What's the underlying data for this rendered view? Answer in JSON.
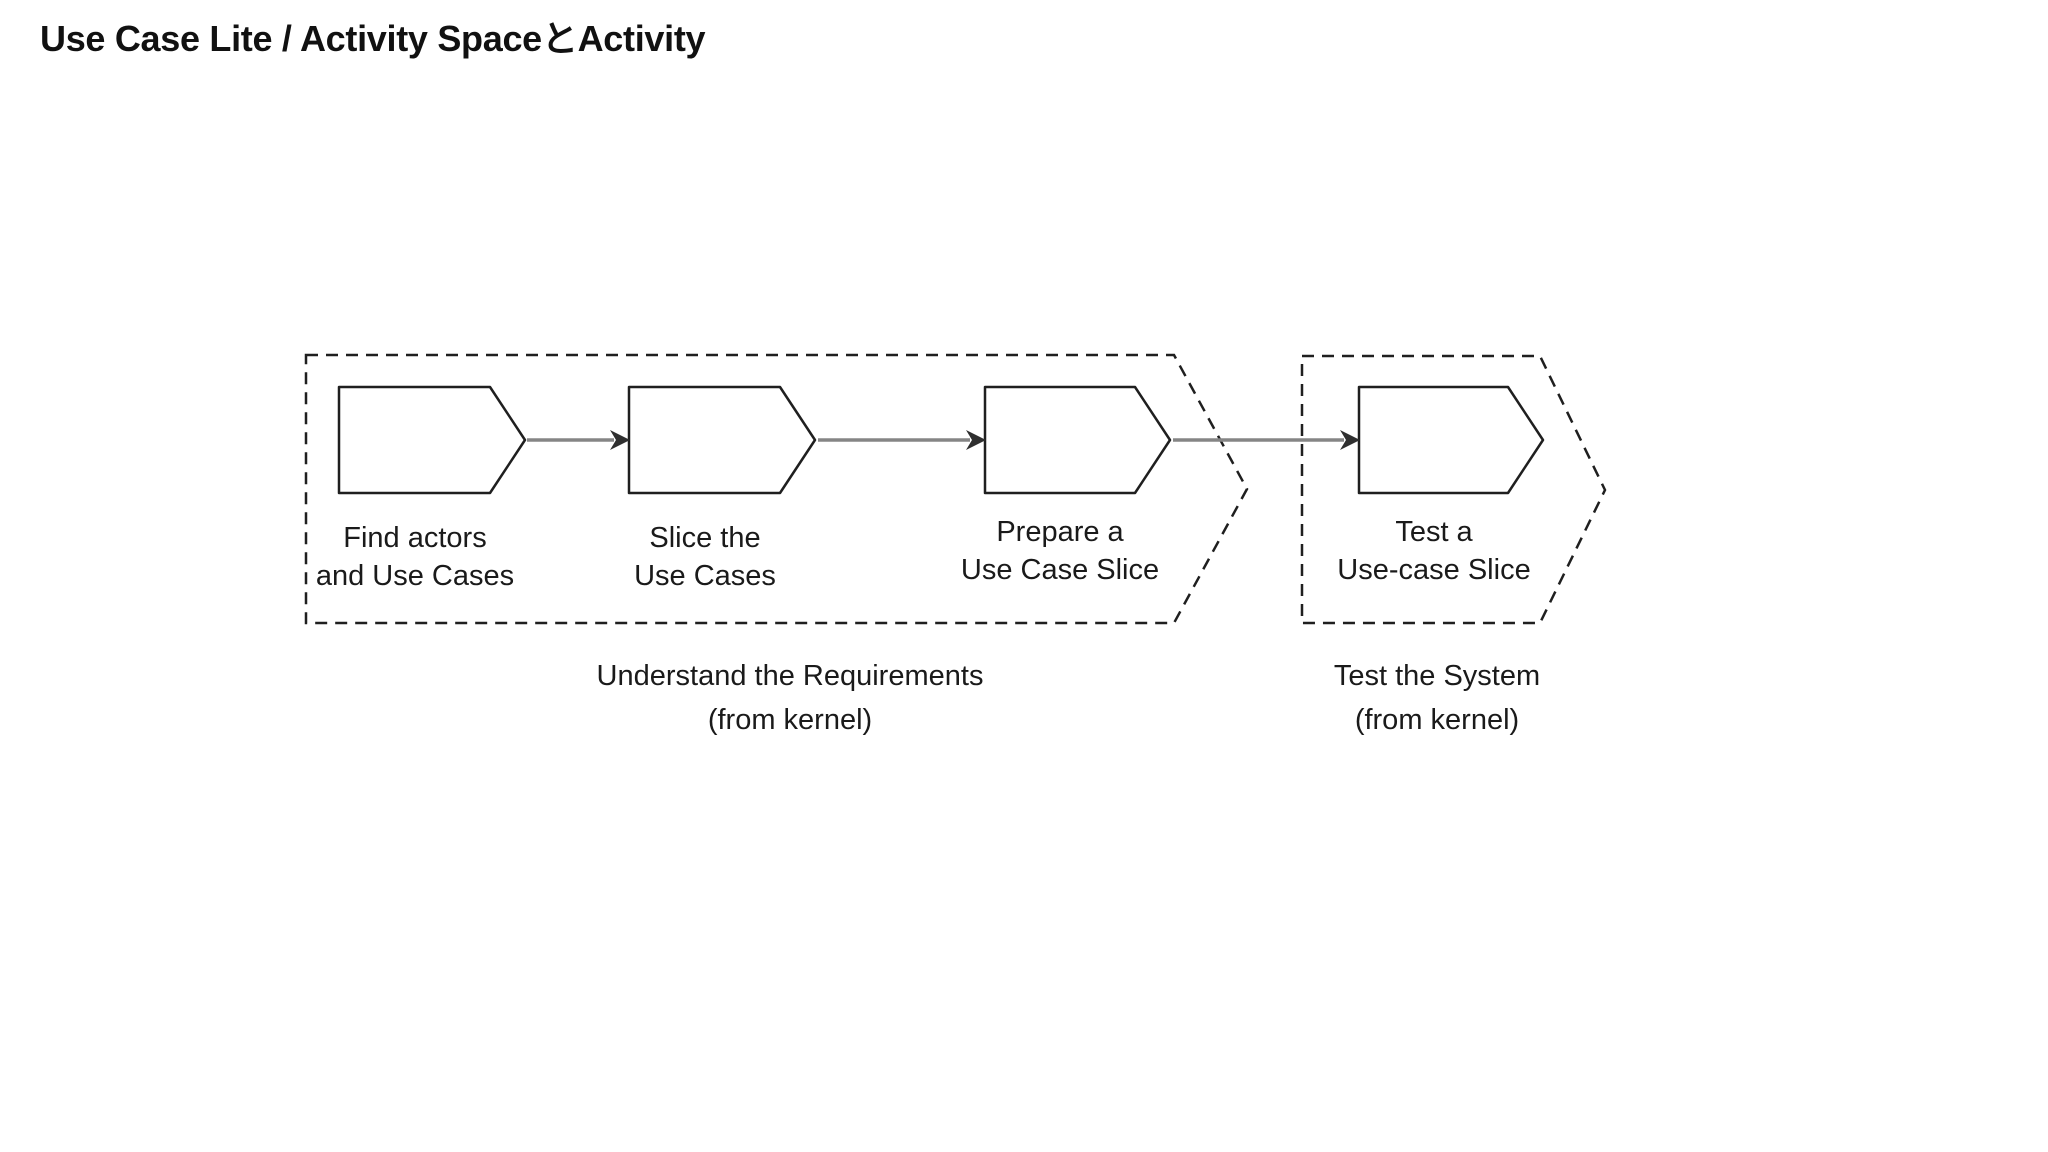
{
  "page": {
    "title": "Use Case Lite / Activity SpaceとActivity"
  },
  "diagram": {
    "colors": {
      "background": "#ffffff",
      "line": "#1f1f1f",
      "text": "#1a1a1a",
      "arrow_shaft": "#858585",
      "arrow_head": "#2f2f2f"
    },
    "activity_spaces": [
      {
        "name": "Understand the Requirements",
        "origin": "(from kernel)",
        "activities": [
          {
            "label": "Find actors\nand Use Cases"
          },
          {
            "label": "Slice the\nUse Cases"
          },
          {
            "label": "Prepare a\nUse Case Slice"
          }
        ]
      },
      {
        "name": "Test the System",
        "origin": "(from kernel)",
        "activities": [
          {
            "label": "Test a\nUse-case Slice"
          }
        ]
      }
    ]
  }
}
